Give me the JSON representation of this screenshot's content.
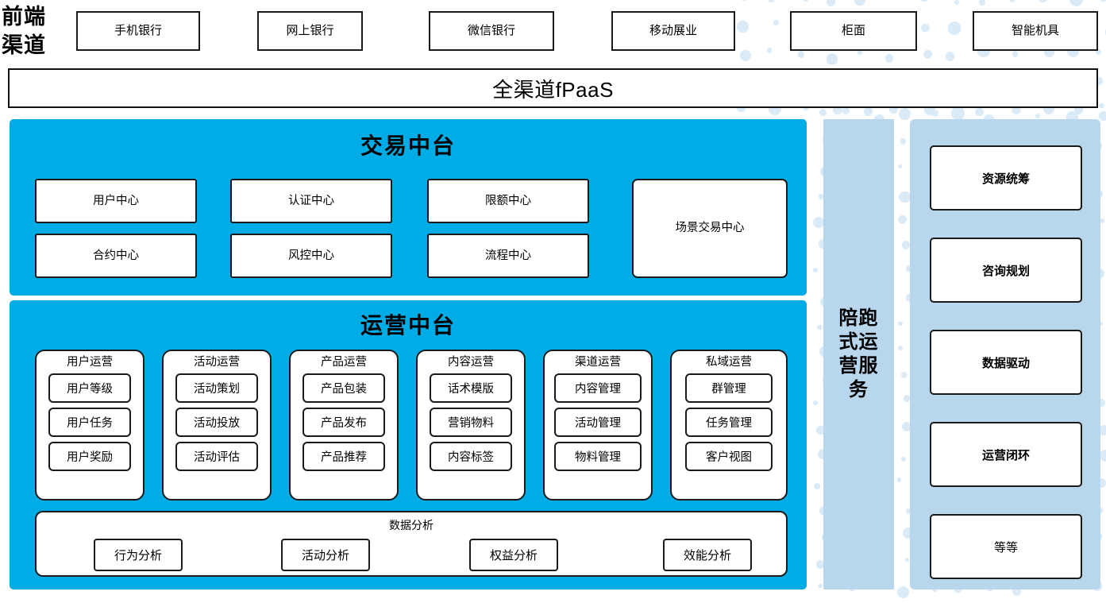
{
  "front_channel": {
    "label_line1": "前端",
    "label_line2": "渠道",
    "channels": [
      {
        "label": "手机银行"
      },
      {
        "label": "网上银行"
      },
      {
        "label": "微信银行"
      },
      {
        "label": "移动展业"
      },
      {
        "label": "柜面"
      },
      {
        "label": "智能机具"
      }
    ]
  },
  "fpaas": {
    "label": "全渠道fPaaS"
  },
  "trading_platform": {
    "title": "交易中台",
    "cards": [
      {
        "label": "用户中心"
      },
      {
        "label": "认证中心"
      },
      {
        "label": "限额中心"
      },
      {
        "label": "合约中心"
      },
      {
        "label": "风控中心"
      },
      {
        "label": "流程中心"
      }
    ],
    "wide_card": {
      "label": "场景交易中心"
    }
  },
  "operations_platform": {
    "title": "运营中台",
    "columns": [
      {
        "title": "用户运营",
        "items": [
          "用户等级",
          "用户任务",
          "用户奖励"
        ]
      },
      {
        "title": "活动运营",
        "items": [
          "活动策划",
          "活动投放",
          "活动评估"
        ]
      },
      {
        "title": "产品运营",
        "items": [
          "产品包装",
          "产品发布",
          "产品推荐"
        ]
      },
      {
        "title": "内容运营",
        "items": [
          "话术模版",
          "营销物料",
          "内容标签"
        ]
      },
      {
        "title": "渠道运营",
        "items": [
          "内容管理",
          "活动管理",
          "物料管理"
        ]
      },
      {
        "title": "私域运营",
        "items": [
          "群管理",
          "任务管理",
          "客户视图"
        ]
      }
    ],
    "analysis": {
      "title": "数据分析",
      "items": [
        "行为分析",
        "活动分析",
        "权益分析",
        "效能分析"
      ]
    }
  },
  "service_column": {
    "lines": [
      "陪跑",
      "式运",
      "营服",
      "务"
    ],
    "full_text": "陪跑式运营服务"
  },
  "capability_panel": {
    "cards": [
      {
        "label": "资源统筹",
        "bold": true
      },
      {
        "label": "咨询规划",
        "bold": true
      },
      {
        "label": "数据驱动",
        "bold": true
      },
      {
        "label": "运营闭环",
        "bold": true
      },
      {
        "label": "等等",
        "bold": false
      }
    ]
  },
  "colors": {
    "cyan": "#00ace5",
    "light_blue": "#b8d6ec",
    "dot": "#daeaf7",
    "border": "#1a1a1a",
    "white": "#ffffff"
  }
}
